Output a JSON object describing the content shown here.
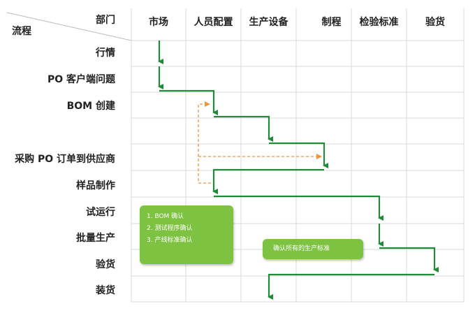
{
  "header": {
    "dept_label": "部门",
    "flow_label": "流程",
    "columns": [
      "市场",
      "人员配置",
      "生产设备",
      "制程",
      "检验标准",
      "验货"
    ]
  },
  "rows": [
    "行情",
    "PO 客户端问题",
    "BOM 创建",
    "",
    "采购 PO 订单到供应商",
    "样品制作",
    "试运行",
    "批量生产",
    "验货",
    "装货"
  ],
  "callouts": {
    "left": [
      "1. BOM 确认",
      "2. 测试程序确认",
      "3. 产线标准确认"
    ],
    "right": "确认所有的生产标准"
  },
  "colors": {
    "flow_line": "#1f8a3a",
    "dashed_line": "#f0943a",
    "callout_bg": "#7dc241",
    "grid": "#d9d9d9"
  }
}
